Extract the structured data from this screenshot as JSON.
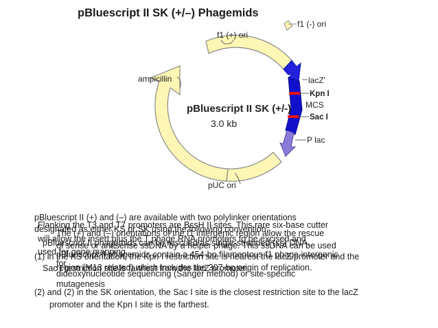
{
  "diagram": {
    "title": "pBluescript II SK (+/–) Phagemids",
    "center_title": "pBluescript II SK (+/-)",
    "center_size": "3.0 kb",
    "labels": {
      "f1_minus_ori": "f1 (-) ori",
      "f1_plus_ori": "f1 (+) ori",
      "ampicillin": "ampicillin",
      "lacZ": "lacZ'",
      "kpn1": "Kpn I",
      "mcs": "MCS",
      "sac1": "Sac I",
      "plac": "P lac",
      "puc_ori": "pUC ori"
    },
    "colors": {
      "backbone_fill": "#fdf6b4",
      "backbone_stroke": "#888888",
      "mcs_fill": "#1111cc",
      "lacz_fill": "#2222dd",
      "plac_fill": "#8b7ad8",
      "red_mark": "#ee1111"
    }
  },
  "text_lines": [
    {
      "text": "pBluescript II (+) and (–) are available with two polylinker orientations"
    },
    {
      "text": "Flanking the T3 and T7 promoters are BssH II sites. This rare six-base cutter"
    },
    {
      "text": "designated as either KS or SK using the following convention:"
    },
    {
      "text": "The (+) and (–) orientations of the f1 intergenic region allow the rescue"
    },
    {
      "text": "will allow the insert plus the T phage RNA promoters to be excised and"
    },
    {
      "text": "pBluescript II phagemids can be rescued as single-stranded (ss) DNA."
    },
    {
      "text": "of sense or antisense ssDNA by a helper phage. This ssDNA can be used"
    },
    {
      "text": "used for gene mapping."
    },
    {
      "text": "pBluescript II phagemids contain a 454-bp filamentous f1 phage intergenic"
    },
    {
      "text": "(1)   in the KS orientation, the Kpn I restriction site is nearest the lacZ promoter and the"
    },
    {
      "text": "for"
    },
    {
      "text": "region (M13 related) which includes the 307-bp origin of replication."
    },
    {
      "text": "dideoxynucleotide sequencing (Sanger method) or site-specific"
    },
    {
      "text": "Sac I restriction site is farthest from the lacZ promoter."
    },
    {
      "text": "mutagenesis"
    },
    {
      "text": "(2)   and (2) in the SK orientation, the Sac I site is the closest restriction site to the lacZ"
    },
    {
      "text": "promoter and the Kpn I site is the farthest."
    }
  ]
}
